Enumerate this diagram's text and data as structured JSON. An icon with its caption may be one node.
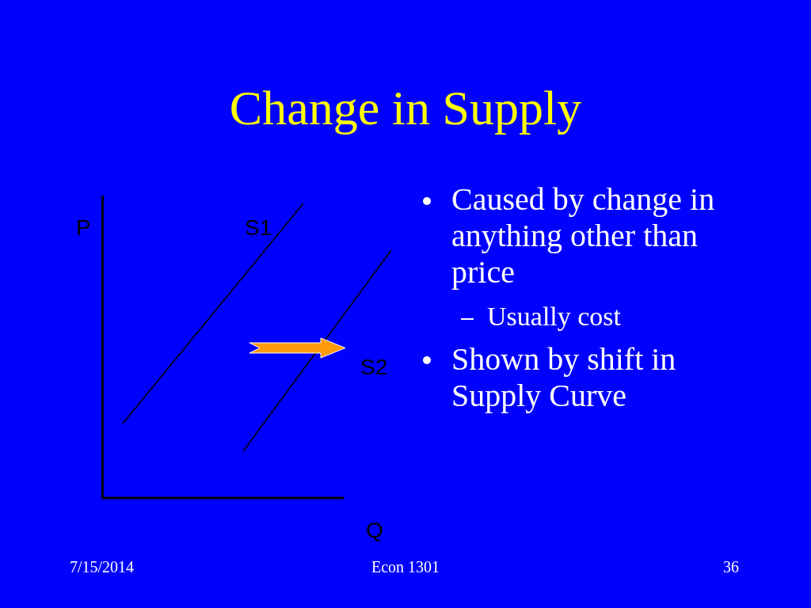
{
  "diagram": {
    "title": "Change in Supply",
    "labels": [
      "P",
      "S1",
      "S2",
      "Q",
      "Caused by change in anything other than price",
      "Usually cost",
      "Shown by shift in Supply Curve",
      "7/15/2014",
      "Econ 1301",
      "36"
    ]
  }
}
